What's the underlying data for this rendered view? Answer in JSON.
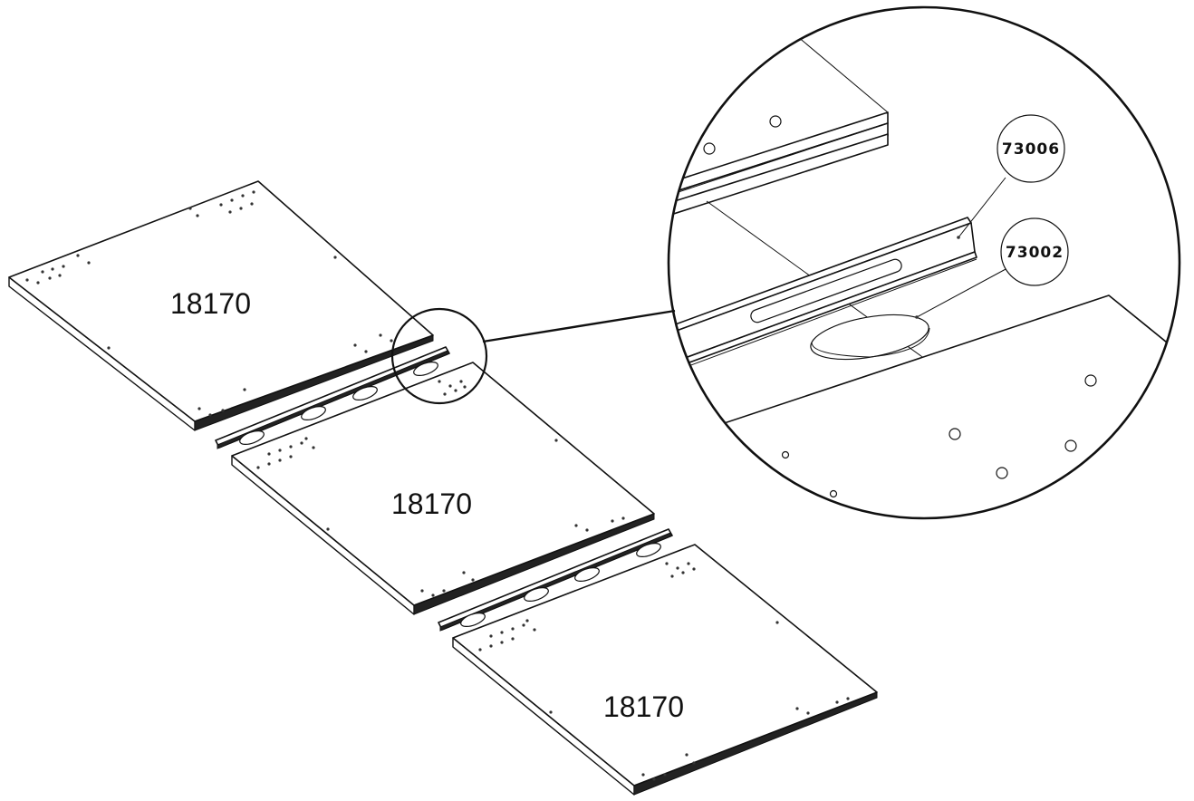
{
  "diagram": {
    "panels": [
      {
        "id": "panel-top",
        "label": "18170"
      },
      {
        "id": "panel-middle",
        "label": "18170"
      },
      {
        "id": "panel-bottom",
        "label": "18170"
      }
    ],
    "callouts": [
      {
        "id": "callout-rail",
        "label": "73006"
      },
      {
        "id": "callout-disc",
        "label": "73002"
      }
    ]
  }
}
